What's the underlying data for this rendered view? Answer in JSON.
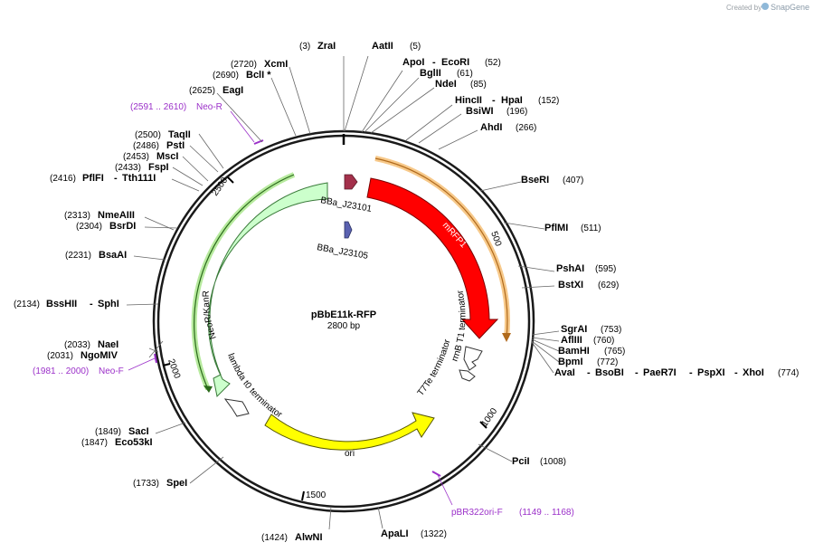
{
  "plasmid": {
    "name": "pBbE11k-RFP",
    "size": "2800 bp"
  },
  "credit": {
    "text": "Created by",
    "brand": "SnapGene"
  },
  "ticks": [
    "500",
    "1000",
    "1500",
    "2000",
    "2500"
  ],
  "features": [
    {
      "label": "mRFP1",
      "color": "#ff0000"
    },
    {
      "label": "ori",
      "color": "#ffff00"
    },
    {
      "label": "NeoR/KanR",
      "color": "#ccffcc"
    },
    {
      "label": "BBa_J23101",
      "color": "#a3304b"
    },
    {
      "label": "BBa_J23105",
      "color": "#5a61b0"
    },
    {
      "label": "rrnB T1 terminator",
      "color": "#ffffff"
    },
    {
      "label": "T7Te terminator",
      "color": "#ffffff"
    },
    {
      "label": "lambda t0 terminator",
      "color": "#ffffff"
    }
  ],
  "enzymes": [
    {
      "name": "ZraI",
      "pos": "(3)"
    },
    {
      "name": "AatII",
      "pos": "(5)"
    },
    {
      "name": "ApoI",
      "name2": "EcoRI",
      "pos": "(52)"
    },
    {
      "name": "BglII",
      "pos": "(61)"
    },
    {
      "name": "NdeI",
      "pos": "(85)"
    },
    {
      "name": "HincII",
      "name2": "HpaI",
      "pos": "(152)"
    },
    {
      "name": "BsiWI",
      "pos": "(196)"
    },
    {
      "name": "AhdI",
      "pos": "(266)"
    },
    {
      "name": "BseRI",
      "pos": "(407)"
    },
    {
      "name": "PflMI",
      "pos": "(511)"
    },
    {
      "name": "PshAI",
      "pos": "(595)"
    },
    {
      "name": "BstXI",
      "pos": "(629)"
    },
    {
      "name": "SgrAI",
      "pos": "(753)"
    },
    {
      "name": "AflIII",
      "pos": "(760)"
    },
    {
      "name": "BamHI",
      "pos": "(765)"
    },
    {
      "name": "BpmI",
      "pos": "(772)"
    },
    {
      "name": "AvaI",
      "name2": "BsoBI",
      "name3": "PaeR7I",
      "name4": "PspXI",
      "name5": "XhoI",
      "pos": "(774)"
    },
    {
      "name": "PciI",
      "pos": "(1008)"
    },
    {
      "name": "ApaLI",
      "pos": "(1322)"
    },
    {
      "name": "AlwNI",
      "pos": "(1424)"
    },
    {
      "name": "SpeI",
      "pos": "(1733)"
    },
    {
      "name": "SacI",
      "pos": "(1849)"
    },
    {
      "name": "Eco53kI",
      "pos": "(1847)"
    },
    {
      "name": "NaeI",
      "pos": "(2033)"
    },
    {
      "name": "NgoMIV",
      "pos": "(2031)"
    },
    {
      "name": "BssHII",
      "name2": "SphI",
      "pos": "(2134)"
    },
    {
      "name": "BsaAI",
      "pos": "(2231)"
    },
    {
      "name": "NmeAIII",
      "pos": "(2313)"
    },
    {
      "name": "BsrDI",
      "pos": "(2304)"
    },
    {
      "name": "PflFI",
      "name2": "Tth111I",
      "pos": "(2416)"
    },
    {
      "name": "FspI",
      "pos": "(2433)"
    },
    {
      "name": "MscI",
      "pos": "(2453)"
    },
    {
      "name": "PstI",
      "pos": "(2486)"
    },
    {
      "name": "TaqII",
      "pos": "(2500)"
    },
    {
      "name": "EagI",
      "pos": "(2625)"
    },
    {
      "name": "BclI *",
      "pos": "(2690)"
    },
    {
      "name": "XcmI",
      "pos": "(2720)"
    }
  ],
  "primers": [
    {
      "name": "Neo-R",
      "range": "(2591 .. 2610)"
    },
    {
      "name": "Neo-F",
      "range": "(1981 .. 2000)"
    },
    {
      "name": "pBR322ori-F",
      "range": "(1149 .. 1168)"
    }
  ]
}
